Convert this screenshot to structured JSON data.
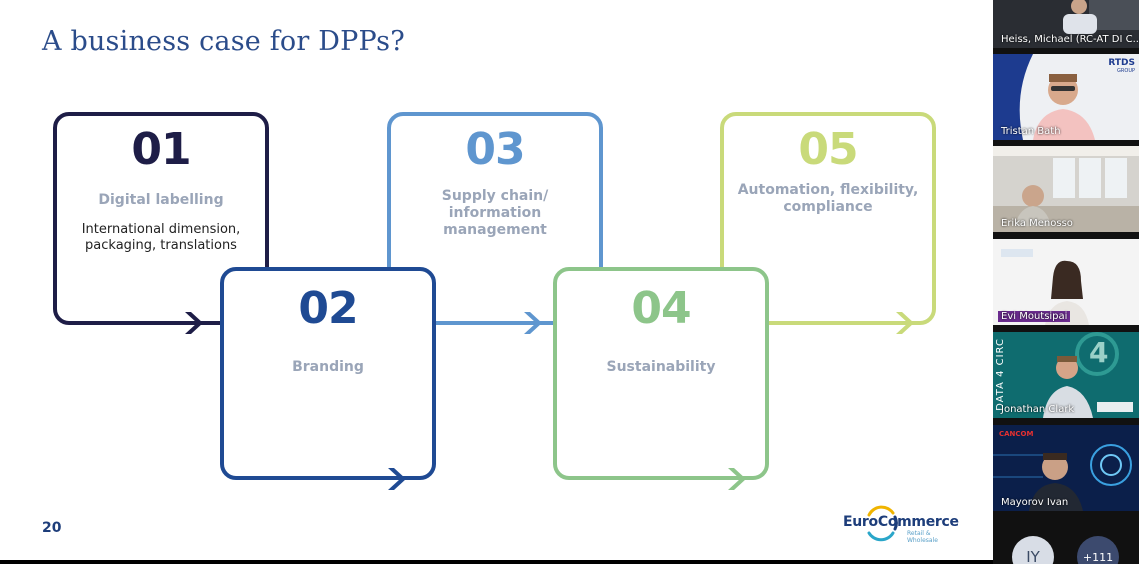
{
  "slide": {
    "title": "A business case for DPPs?",
    "page_number": "20",
    "steps": [
      {
        "number": "01",
        "heading": "Digital labelling",
        "detail": "International dimension, packaging, translations",
        "color": "#1e1d47"
      },
      {
        "number": "02",
        "heading": "Branding",
        "detail": "",
        "color": "#1f4a93"
      },
      {
        "number": "03",
        "heading": "Supply chain/ information management",
        "detail": "",
        "color": "#5f96cf"
      },
      {
        "number": "04",
        "heading": "Sustainability",
        "detail": "",
        "color": "#8dc58a"
      },
      {
        "number": "05",
        "heading": "Automation, flexibility, compliance",
        "detail": "",
        "color": "#c9da7a"
      }
    ],
    "logo": {
      "name": "EuroCommerce",
      "tagline": "Retail & Wholesale"
    }
  },
  "participants": [
    {
      "name": "Heiss, Michael (RC-AT DI C...",
      "highlight": false
    },
    {
      "name": "Tristan Bath",
      "highlight": false,
      "overlay_text": "RTDS",
      "overlay_sub": "GROUP"
    },
    {
      "name": "Erika Menosso",
      "highlight": false
    },
    {
      "name": "Evi Moutsipai",
      "highlight": true
    },
    {
      "name": "Jonathan Clark",
      "highlight": false,
      "overlay_text": "DATA 4 CIRC",
      "overlay_num": "4"
    },
    {
      "name": "Mayorov Ivan",
      "highlight": false,
      "overlay_text": "CANCOM"
    }
  ],
  "extra": {
    "initials": "IY",
    "more_count": "+111"
  },
  "colors": {
    "title": "#2b4c8a",
    "heading_gray": "#9aa5b8",
    "highlight": "#6b2c8f"
  }
}
